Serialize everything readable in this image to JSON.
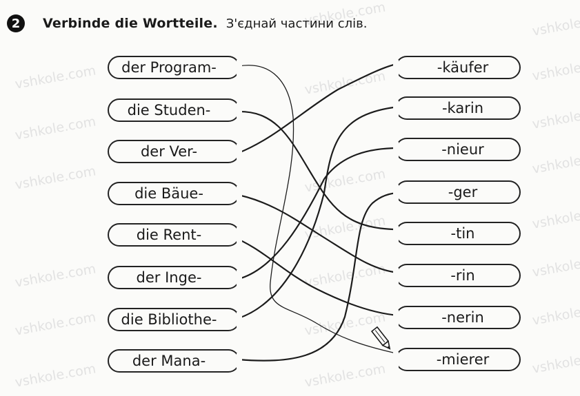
{
  "exercise": {
    "number": "2",
    "title_de": "Verbinde die Wortteile.",
    "title_uk": "З'єднай частини слів."
  },
  "watermark": "vshkole.com",
  "left_parts": [
    "der Program-",
    "die Studen-",
    "der Ver-",
    "die Bäue-",
    "die Rent-",
    "der Inge-",
    "die Bibliothe-",
    "der Mana-"
  ],
  "right_parts": [
    "-käufer",
    "-karin",
    "-nieur",
    "-ger",
    "-tin",
    "-rin",
    "-nerin",
    "-mierer"
  ],
  "connections": [
    {
      "left": "der Program-",
      "right": "-mierer"
    },
    {
      "left": "die Studen-",
      "right": "-tin"
    },
    {
      "left": "der Ver-",
      "right": "-käufer"
    },
    {
      "left": "die Bäue-",
      "right": "-rin"
    },
    {
      "left": "die Rent-",
      "right": "-nerin"
    },
    {
      "left": "der Inge-",
      "right": "-nieur"
    },
    {
      "left": "die Bibliothe-",
      "right": "-karin"
    },
    {
      "left": "der Mana-",
      "right": "-ger"
    }
  ],
  "icons": [
    "pencil-icon"
  ]
}
